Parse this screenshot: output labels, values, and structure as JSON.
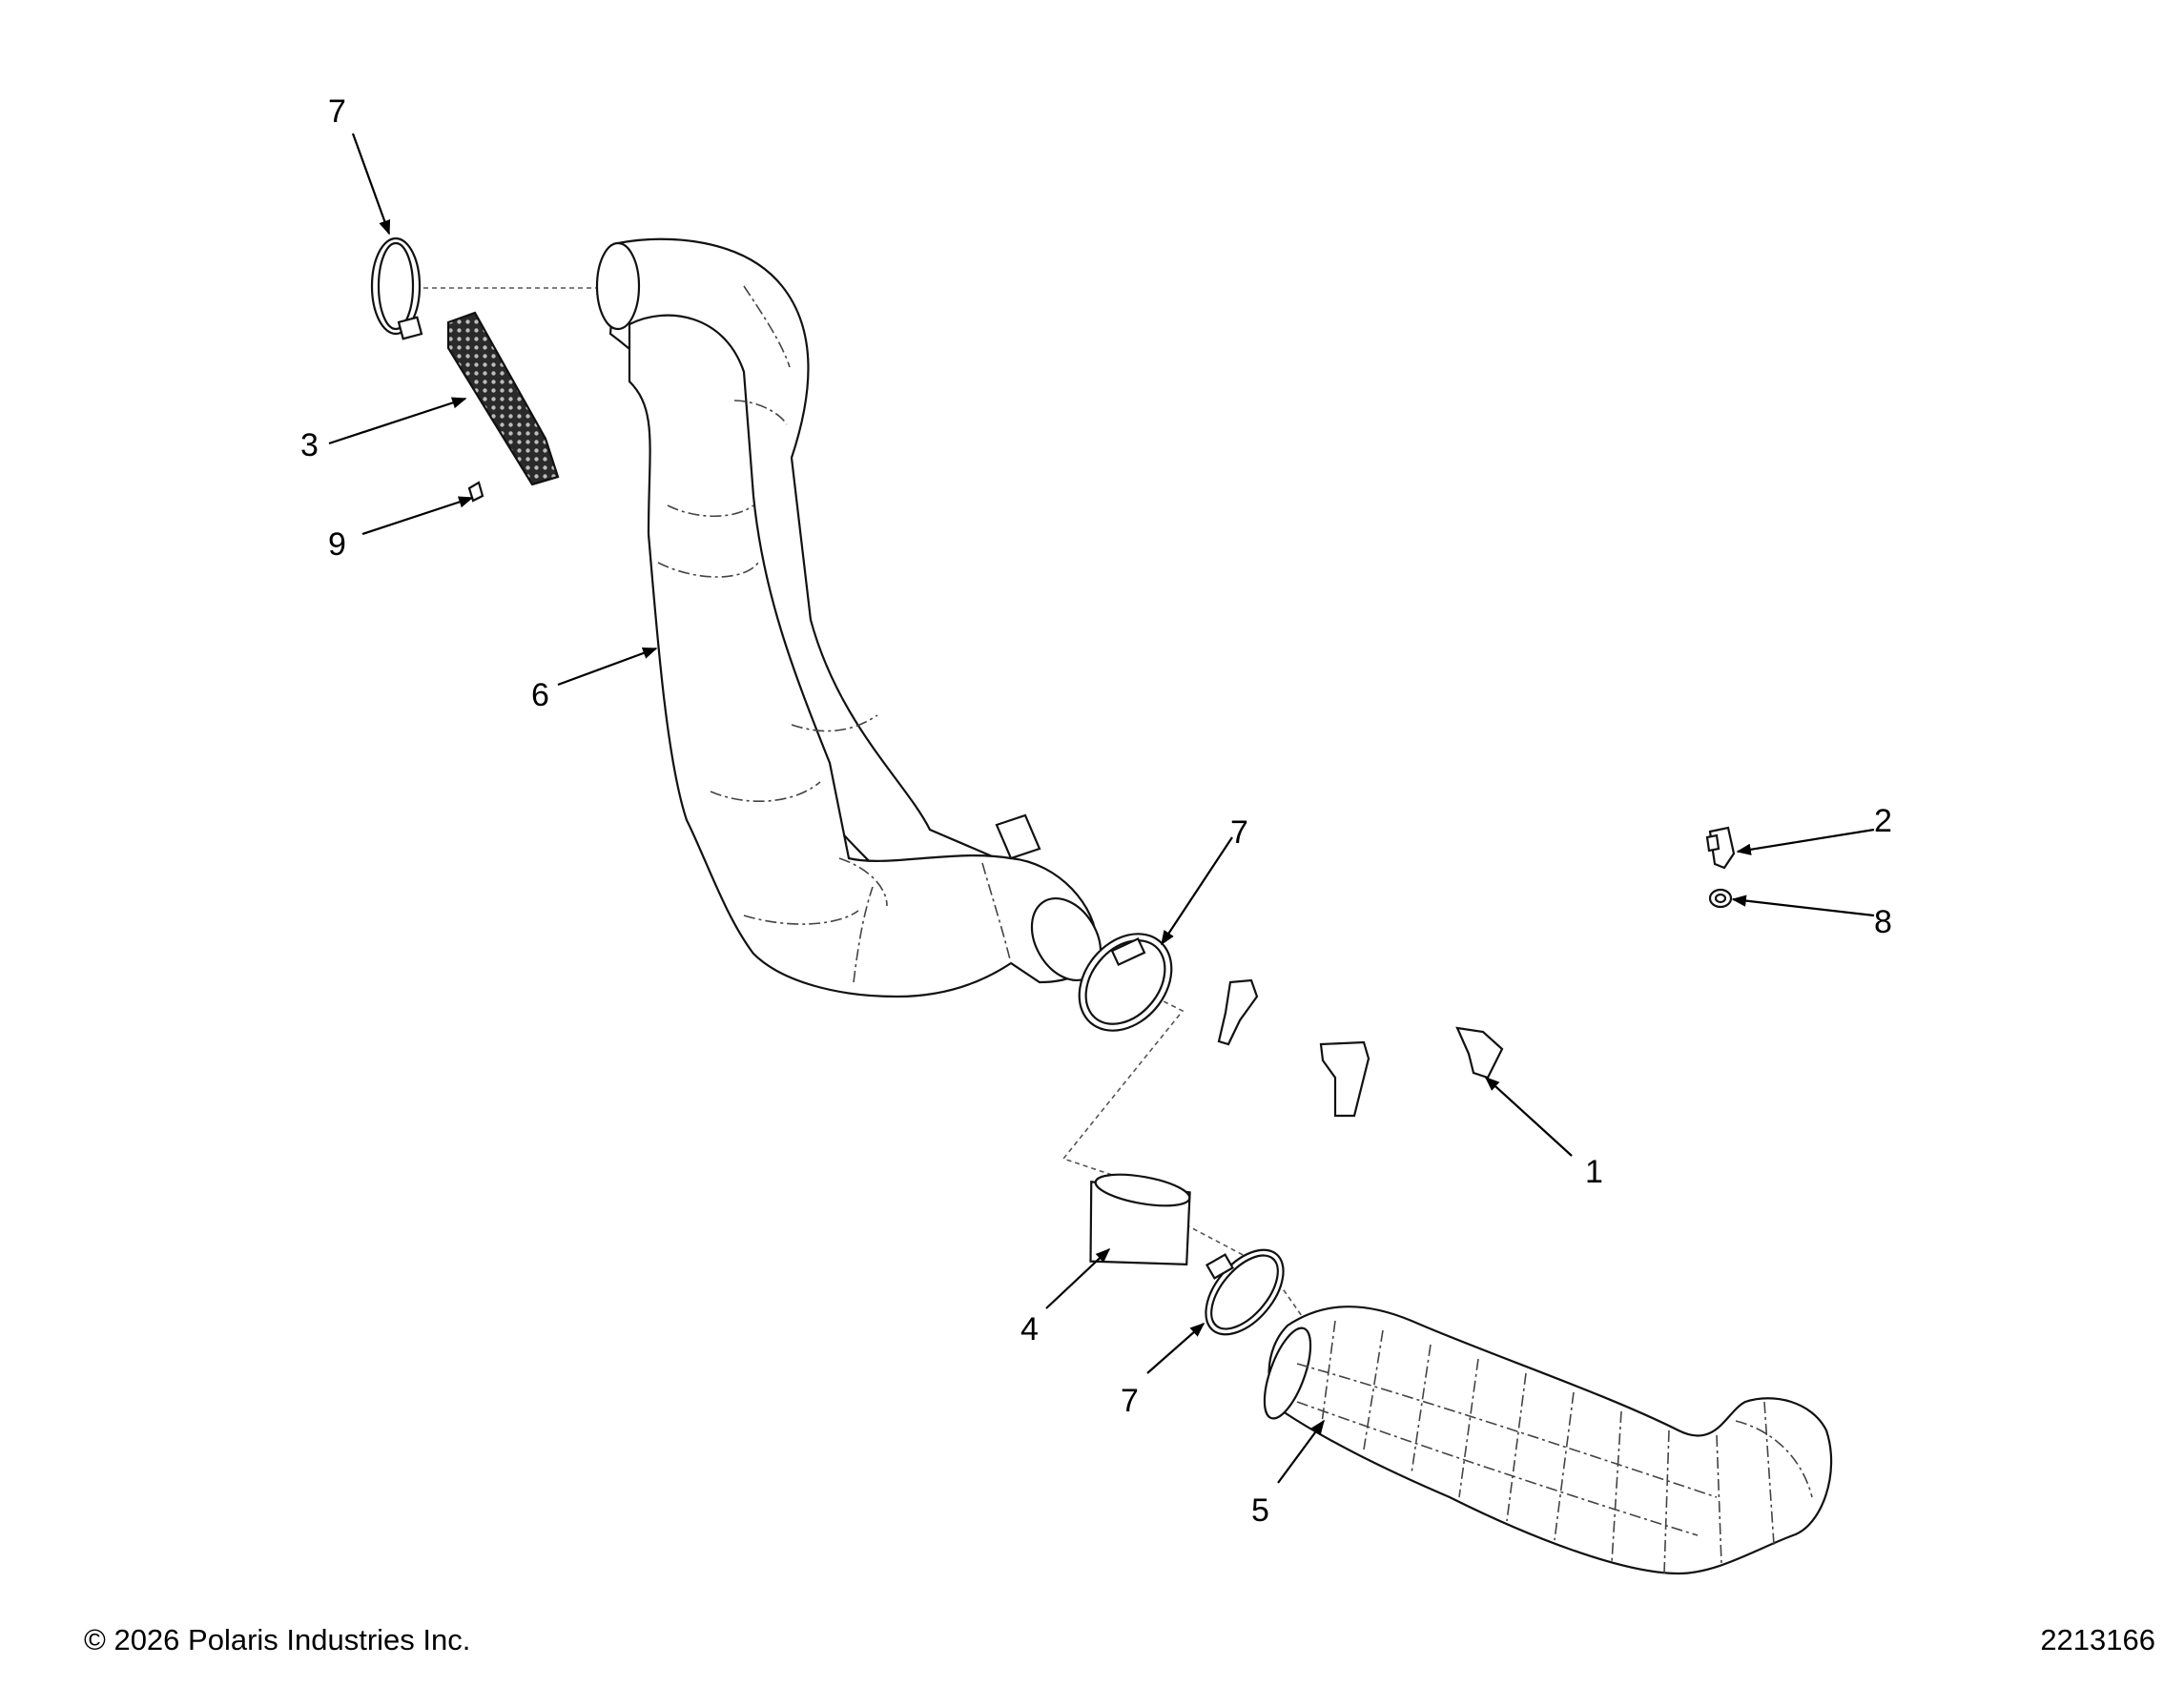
{
  "callouts": [
    {
      "id": "c7a",
      "label": "7"
    },
    {
      "id": "c3",
      "label": "3"
    },
    {
      "id": "c9",
      "label": "9"
    },
    {
      "id": "c6",
      "label": "6"
    },
    {
      "id": "c7b",
      "label": "7"
    },
    {
      "id": "c2",
      "label": "2"
    },
    {
      "id": "c8",
      "label": "8"
    },
    {
      "id": "c1",
      "label": "1"
    },
    {
      "id": "c4",
      "label": "4"
    },
    {
      "id": "c7c",
      "label": "7"
    },
    {
      "id": "c5",
      "label": "5"
    }
  ],
  "footer": {
    "copyright": "© 2026 Polaris Industries Inc.",
    "diagram_id": "2213166"
  }
}
